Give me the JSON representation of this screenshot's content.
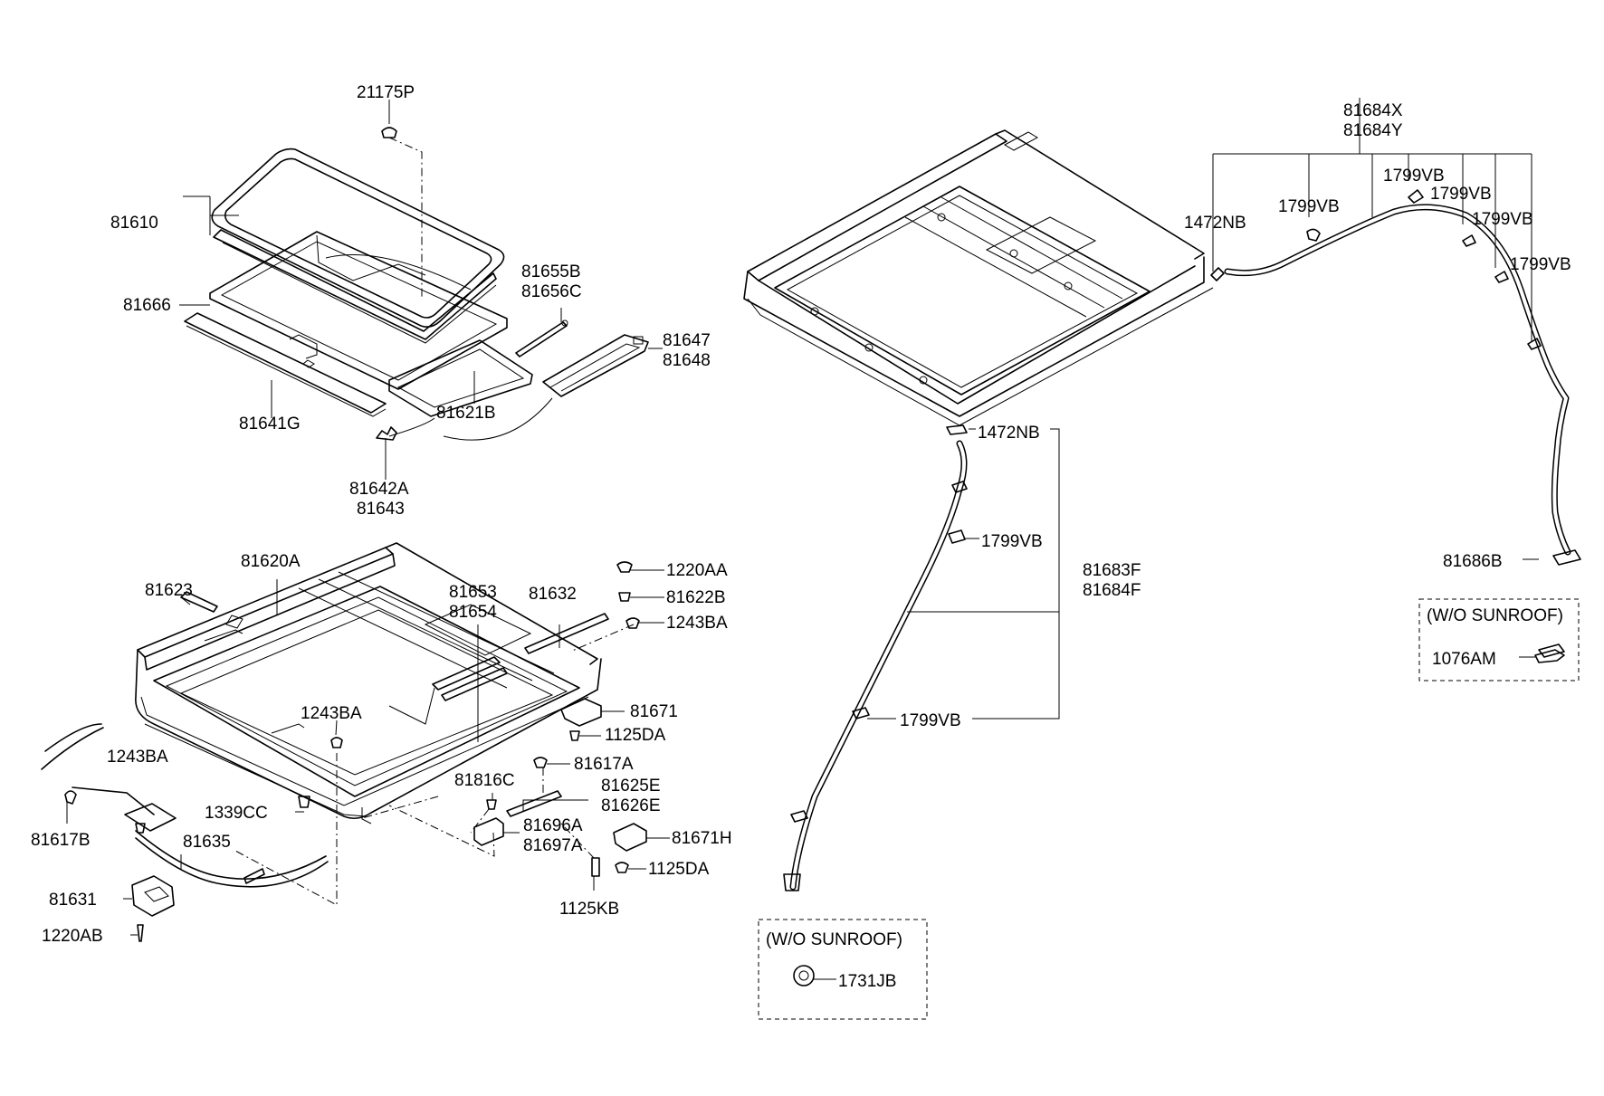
{
  "callouts": [
    {
      "id": "c1",
      "text": "21175P"
    },
    {
      "id": "c2",
      "text": "81610"
    },
    {
      "id": "c3",
      "text": "81666"
    },
    {
      "id": "c4",
      "text": "81655B"
    },
    {
      "id": "c5",
      "text": "81656C"
    },
    {
      "id": "c6",
      "text": "81647"
    },
    {
      "id": "c7",
      "text": "81648"
    },
    {
      "id": "c8",
      "text": "81621B"
    },
    {
      "id": "c9",
      "text": "81641G"
    },
    {
      "id": "c10",
      "text": "81642A"
    },
    {
      "id": "c11",
      "text": "81643"
    },
    {
      "id": "c12",
      "text": "81620A"
    },
    {
      "id": "c13",
      "text": "81623"
    },
    {
      "id": "c14",
      "text": "81653"
    },
    {
      "id": "c15",
      "text": "81654"
    },
    {
      "id": "c16",
      "text": "81632"
    },
    {
      "id": "c17",
      "text": "1220AA"
    },
    {
      "id": "c18",
      "text": "81622B"
    },
    {
      "id": "c19",
      "text": "1243BA"
    },
    {
      "id": "c20",
      "text": "81671"
    },
    {
      "id": "c21",
      "text": "1125DA"
    },
    {
      "id": "c22",
      "text": "1243BA"
    },
    {
      "id": "c23",
      "text": "1243BA"
    },
    {
      "id": "c24",
      "text": "81617A"
    },
    {
      "id": "c25",
      "text": "81816C"
    },
    {
      "id": "c26",
      "text": "81625E"
    },
    {
      "id": "c27",
      "text": "81626E"
    },
    {
      "id": "c28",
      "text": "1339CC"
    },
    {
      "id": "c29",
      "text": "81696A"
    },
    {
      "id": "c30",
      "text": "81697A"
    },
    {
      "id": "c31",
      "text": "81671H"
    },
    {
      "id": "c32",
      "text": "81617B"
    },
    {
      "id": "c33",
      "text": "81635"
    },
    {
      "id": "c34",
      "text": "1125DA"
    },
    {
      "id": "c35",
      "text": "81631"
    },
    {
      "id": "c36",
      "text": "1125KB"
    },
    {
      "id": "c37",
      "text": "1220AB"
    },
    {
      "id": "c38",
      "text": "81684X"
    },
    {
      "id": "c39",
      "text": "81684Y"
    },
    {
      "id": "c40",
      "text": "1799VB"
    },
    {
      "id": "c41",
      "text": "1799VB"
    },
    {
      "id": "c42",
      "text": "1799VB"
    },
    {
      "id": "c43",
      "text": "1799VB"
    },
    {
      "id": "c44",
      "text": "1799VB"
    },
    {
      "id": "c45",
      "text": "1472NB"
    },
    {
      "id": "c46",
      "text": "1472NB"
    },
    {
      "id": "c47",
      "text": "1799VB"
    },
    {
      "id": "c48",
      "text": "81683F"
    },
    {
      "id": "c49",
      "text": "81684F"
    },
    {
      "id": "c50",
      "text": "1799VB"
    },
    {
      "id": "c51",
      "text": "81686B"
    },
    {
      "id": "c52",
      "text": "(W/O SUNROOF)"
    },
    {
      "id": "c53",
      "text": "1076AM"
    },
    {
      "id": "c54",
      "text": "(W/O SUNROOF)"
    },
    {
      "id": "c55",
      "text": "1731JB"
    }
  ]
}
